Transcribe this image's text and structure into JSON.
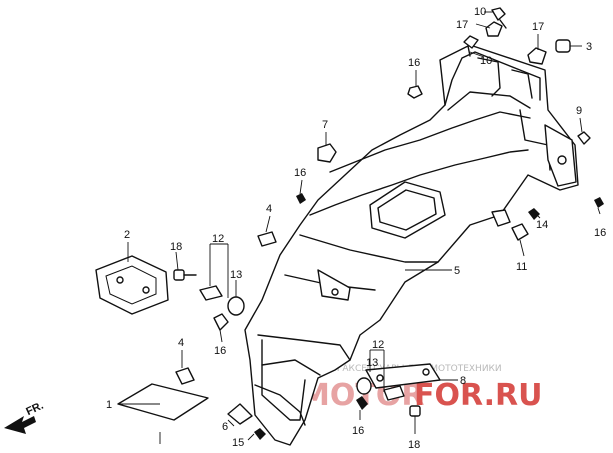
{
  "diagram": {
    "front_indicator": "FR.",
    "watermark": {
      "tagline": "ЗАПЧАСТИ АКСЕССУАРЫ ДЛЯ МОТОТЕХНИКИ",
      "logo_left": "MOTOR",
      "logo_right": "FOR.RU",
      "logo_color_left": "#e7a3a3",
      "logo_color_right": "#d9534f"
    },
    "callouts": [
      {
        "key": "c10a",
        "label": "10"
      },
      {
        "key": "c17a",
        "label": "17"
      },
      {
        "key": "c10b",
        "label": "10"
      },
      {
        "key": "c17b",
        "label": "17"
      },
      {
        "key": "c3",
        "label": "3"
      },
      {
        "key": "c16a",
        "label": "16"
      },
      {
        "key": "c9",
        "label": "9"
      },
      {
        "key": "c7",
        "label": "7"
      },
      {
        "key": "c16b",
        "label": "16"
      },
      {
        "key": "c4a",
        "label": "4"
      },
      {
        "key": "c14",
        "label": "14"
      },
      {
        "key": "c16c",
        "label": "16"
      },
      {
        "key": "c2",
        "label": "2"
      },
      {
        "key": "c12a",
        "label": "12"
      },
      {
        "key": "c18a",
        "label": "18"
      },
      {
        "key": "c13a",
        "label": "13"
      },
      {
        "key": "c11",
        "label": "11"
      },
      {
        "key": "c5",
        "label": "5"
      },
      {
        "key": "c16d",
        "label": "16"
      },
      {
        "key": "c4b",
        "label": "4"
      },
      {
        "key": "c12b",
        "label": "12"
      },
      {
        "key": "c8",
        "label": "8"
      },
      {
        "key": "c13b",
        "label": "13"
      },
      {
        "key": "c1",
        "label": "1"
      },
      {
        "key": "c6",
        "label": "6"
      },
      {
        "key": "c15",
        "label": "15"
      },
      {
        "key": "c16e",
        "label": "16"
      },
      {
        "key": "c18b",
        "label": "18"
      }
    ]
  }
}
